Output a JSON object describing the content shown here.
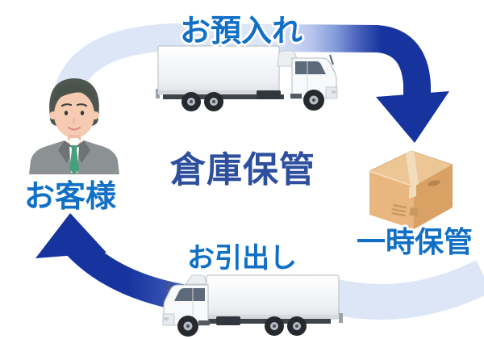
{
  "title": "倉庫保管",
  "labels": {
    "deposit": "お預入れ",
    "temporary_storage": "一時保管",
    "withdrawal": "お引出し",
    "customer": "お客様"
  },
  "colors": {
    "label_blue": "#1170c5",
    "center_blue": "#2e4f9e",
    "arrow_dark": "#16339e",
    "arrow_light": "#dce6f7",
    "box_top": "#ecc795",
    "box_front": "#e9b680",
    "box_side": "#d9a264",
    "box_tape": "#f1ddbb",
    "suit_gray": "#8c9194",
    "tie_green": "#43a27c",
    "background": "#ffffff"
  }
}
